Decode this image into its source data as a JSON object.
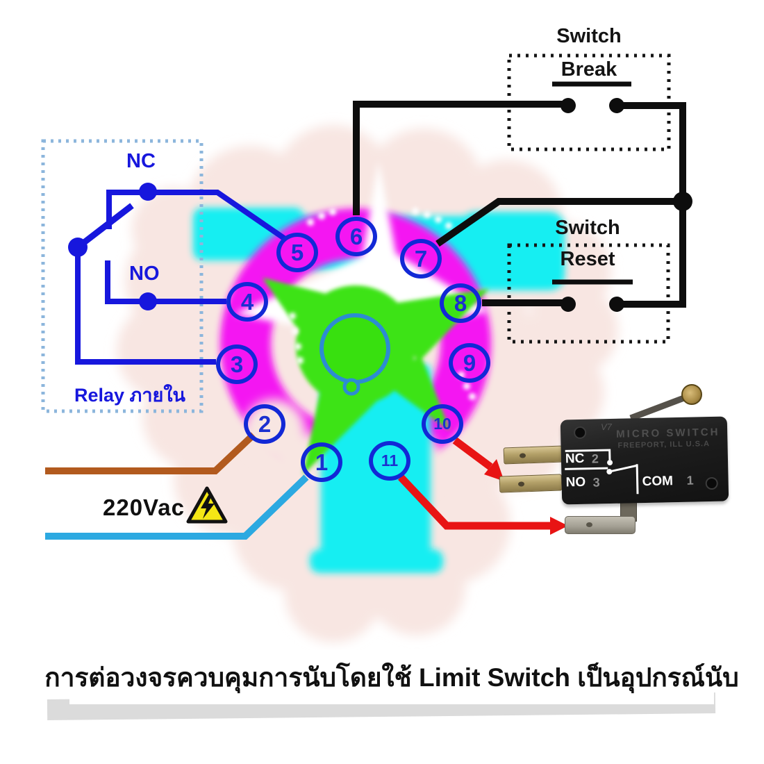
{
  "diagram": {
    "break_box": {
      "title": "Switch",
      "name": "Break"
    },
    "reset_box": {
      "title": "Switch",
      "name": "Reset"
    },
    "relay": {
      "nc": "NC",
      "no": "NO",
      "caption": "Relay ภายใน"
    },
    "supply": {
      "voltage": "220Vac"
    },
    "pins": [
      {
        "label": "1"
      },
      {
        "label": "2"
      },
      {
        "label": "3"
      },
      {
        "label": "4"
      },
      {
        "label": "5"
      },
      {
        "label": "6"
      },
      {
        "label": "7"
      },
      {
        "label": "8"
      },
      {
        "label": "9"
      },
      {
        "label": "10"
      },
      {
        "label": "11"
      }
    ],
    "micro_switch": {
      "logo": "V7",
      "brand": "MICRO SWITCH",
      "origin": "FREEPORT, ILL U.S.A",
      "nc": "NC",
      "nc_terminal": "2",
      "no": "NO",
      "no_terminal": "3",
      "com": "COM",
      "com_terminal": "1"
    },
    "caption": "การต่อวงจรควบคุมการนับโดยใช้ Limit Switch เป็นอุปกรณ์นับ",
    "colors": {
      "wire_black": "#0d0d0d",
      "wire_blue": "#1717dd",
      "wire_brown": "#b25a1e",
      "wire_light_blue": "#2ca9e1",
      "wire_red": "#e81414",
      "pin_ring": "#1228d6",
      "socket_magenta": "#f414f2",
      "socket_cyan": "#19eef2",
      "socket_green": "#3ee314",
      "socket_pink": "#f8e6e2",
      "warning_yellow": "#f5e715"
    }
  }
}
